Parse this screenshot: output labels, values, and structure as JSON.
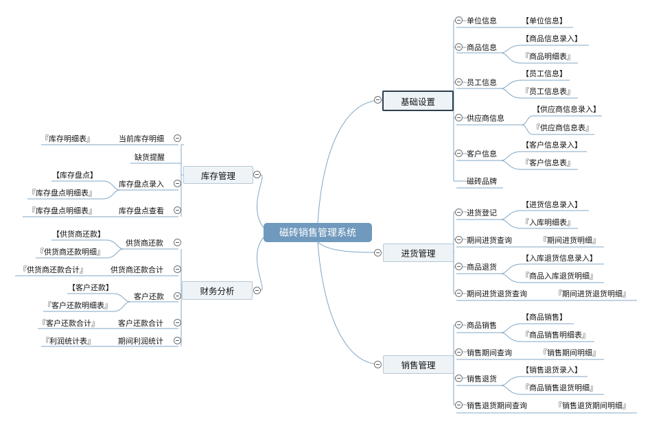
{
  "root": "磁砖销售管理系统",
  "branches": {
    "jichu": {
      "label": "基础设置",
      "items": {
        "danwei": {
          "label": "单位信息",
          "subs": [
            "【单位信息】"
          ]
        },
        "shangpin": {
          "label": "商品信息",
          "subs": [
            "【商品信息录入】",
            "『商品明细表』"
          ]
        },
        "yuangong": {
          "label": "员工信息",
          "subs": [
            "【员工信息】",
            "『员工信息表』"
          ]
        },
        "gongying": {
          "label": "供应商信息",
          "subs": [
            "【供应商信息录入】",
            "『供应商信息表』"
          ]
        },
        "kehu": {
          "label": "客户信息",
          "subs": [
            "【客户信息录入】",
            "『客户信息表』"
          ]
        },
        "cizhuan": {
          "label": "磁砖品牌",
          "subs": []
        }
      }
    },
    "jinhuo": {
      "label": "进货管理",
      "items": {
        "dengji": {
          "label": "进货登记",
          "subs": [
            "【进货信息录入】",
            "『入库明细表』"
          ]
        },
        "qijian": {
          "label": "期间进货查询",
          "subs": [
            "『期间进货明细』"
          ]
        },
        "tuihuo": {
          "label": "商品退货",
          "subs": [
            "【入库退货信息录入】",
            "『商品入库退货明细』"
          ]
        },
        "tuihuoqijian": {
          "label": "期间进货退货查询",
          "subs": [
            "『期间进货退货明细』"
          ]
        }
      }
    },
    "xiaoshou": {
      "label": "销售管理",
      "items": {
        "xiaoshou": {
          "label": "商品销售",
          "subs": [
            "【商品销售】",
            "『商品销售明细表』"
          ]
        },
        "qijian": {
          "label": "销售期间查询",
          "subs": [
            "『销售期间明细』"
          ]
        },
        "tuihuo": {
          "label": "销售退货",
          "subs": [
            "【销售退货录入】",
            "『商品销售退货明细』"
          ]
        },
        "tuihuoqijian": {
          "label": "销售退货期间查询",
          "subs": [
            "『销售退货期间明细』"
          ]
        }
      }
    },
    "kucun": {
      "label": "库存管理",
      "items": {
        "dangqian": {
          "label": "当前库存明细",
          "subs": [
            "『库存明细表』"
          ]
        },
        "quehuo": {
          "label": "缺货提醒",
          "subs": []
        },
        "pandian": {
          "label": "库存盘点录入",
          "subs": [
            "【库存盘点】",
            "『库存盘点明细表』"
          ]
        },
        "chakan": {
          "label": "库存盘点查看",
          "subs": [
            "『库存盘点明细表』"
          ]
        }
      }
    },
    "caiwu": {
      "label": "财务分析",
      "items": {
        "gys": {
          "label": "供货商还款",
          "subs": [
            "【供货商还款】",
            "『供货商还款明细』"
          ]
        },
        "gysheji": {
          "label": "供货商还款合计",
          "subs": [
            "『供货商还款合计』"
          ]
        },
        "kehu": {
          "label": "客户还款",
          "subs": [
            "【客户还款】",
            "『客户还款明细表』"
          ]
        },
        "kehuheji": {
          "label": "客户还款合计",
          "subs": [
            "『客户还款合计』"
          ]
        },
        "lirun": {
          "label": "期间利润统计",
          "subs": [
            "『利润统计表』"
          ]
        }
      }
    }
  },
  "colors": {
    "root_fill": "#6f99bd",
    "main_fill": "#eef3f7",
    "line": "#7fa5c4"
  }
}
